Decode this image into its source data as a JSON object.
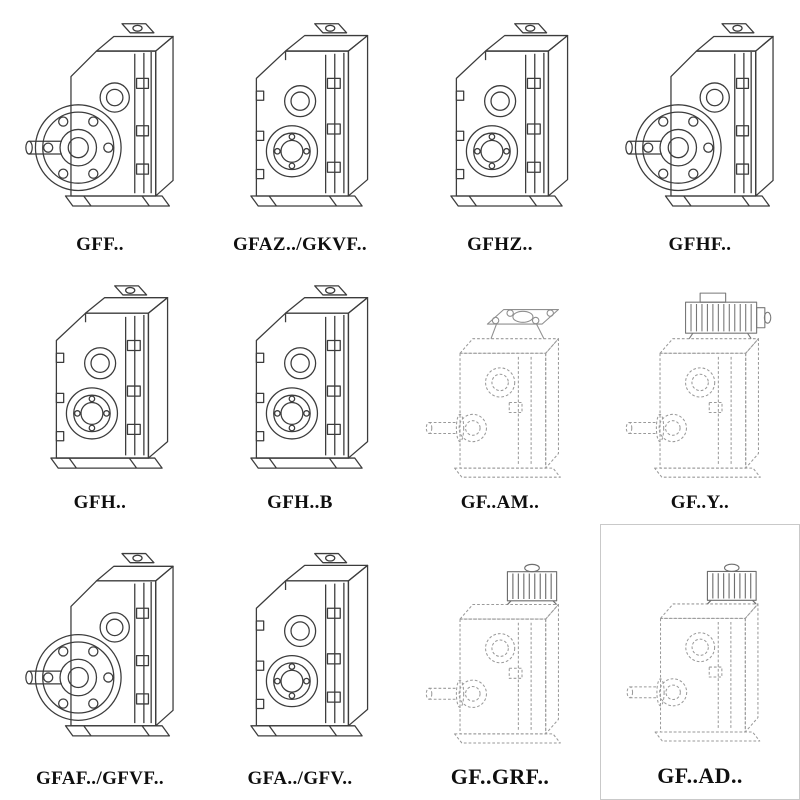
{
  "page": {
    "background": "#ffffff",
    "description": "Gear reducer catalog page with twelve isometric technical drawings of parallel-shaft helical gear units"
  },
  "style": {
    "ink_color": "#3c3c3c",
    "faint_color": "#9a9a9a",
    "label_color": "#0f0f0f"
  },
  "cells": [
    {
      "label": "GFF..",
      "icon": "gearbox-flange-output-icon"
    },
    {
      "label": "GFAZ../GKVF..",
      "icon": "gearbox-hollow-shaft-icon"
    },
    {
      "label": "GFHZ..",
      "icon": "gearbox-hollow-shaft-icon"
    },
    {
      "label": "GFHF..",
      "icon": "gearbox-flange-output-icon"
    },
    {
      "label": "GFH..",
      "icon": "gearbox-hollow-shaft-icon"
    },
    {
      "label": "GFH..B",
      "icon": "gearbox-hollow-shaft-icon"
    },
    {
      "label": "GF..AM..",
      "icon": "gearbox-iec-adapter-flange-icon"
    },
    {
      "label": "GF..Y..",
      "icon": "gearbox-with-motor-icon"
    },
    {
      "label": "GFAF../GFVF..",
      "icon": "gearbox-flange-output-icon"
    },
    {
      "label": "GFA../GFV..",
      "icon": "gearbox-hollow-shaft-icon"
    },
    {
      "label": "GF..GRF..",
      "icon": "gearbox-input-adapter-icon"
    },
    {
      "label": "GF..AD..",
      "icon": "gearbox-input-adapter-icon"
    }
  ]
}
